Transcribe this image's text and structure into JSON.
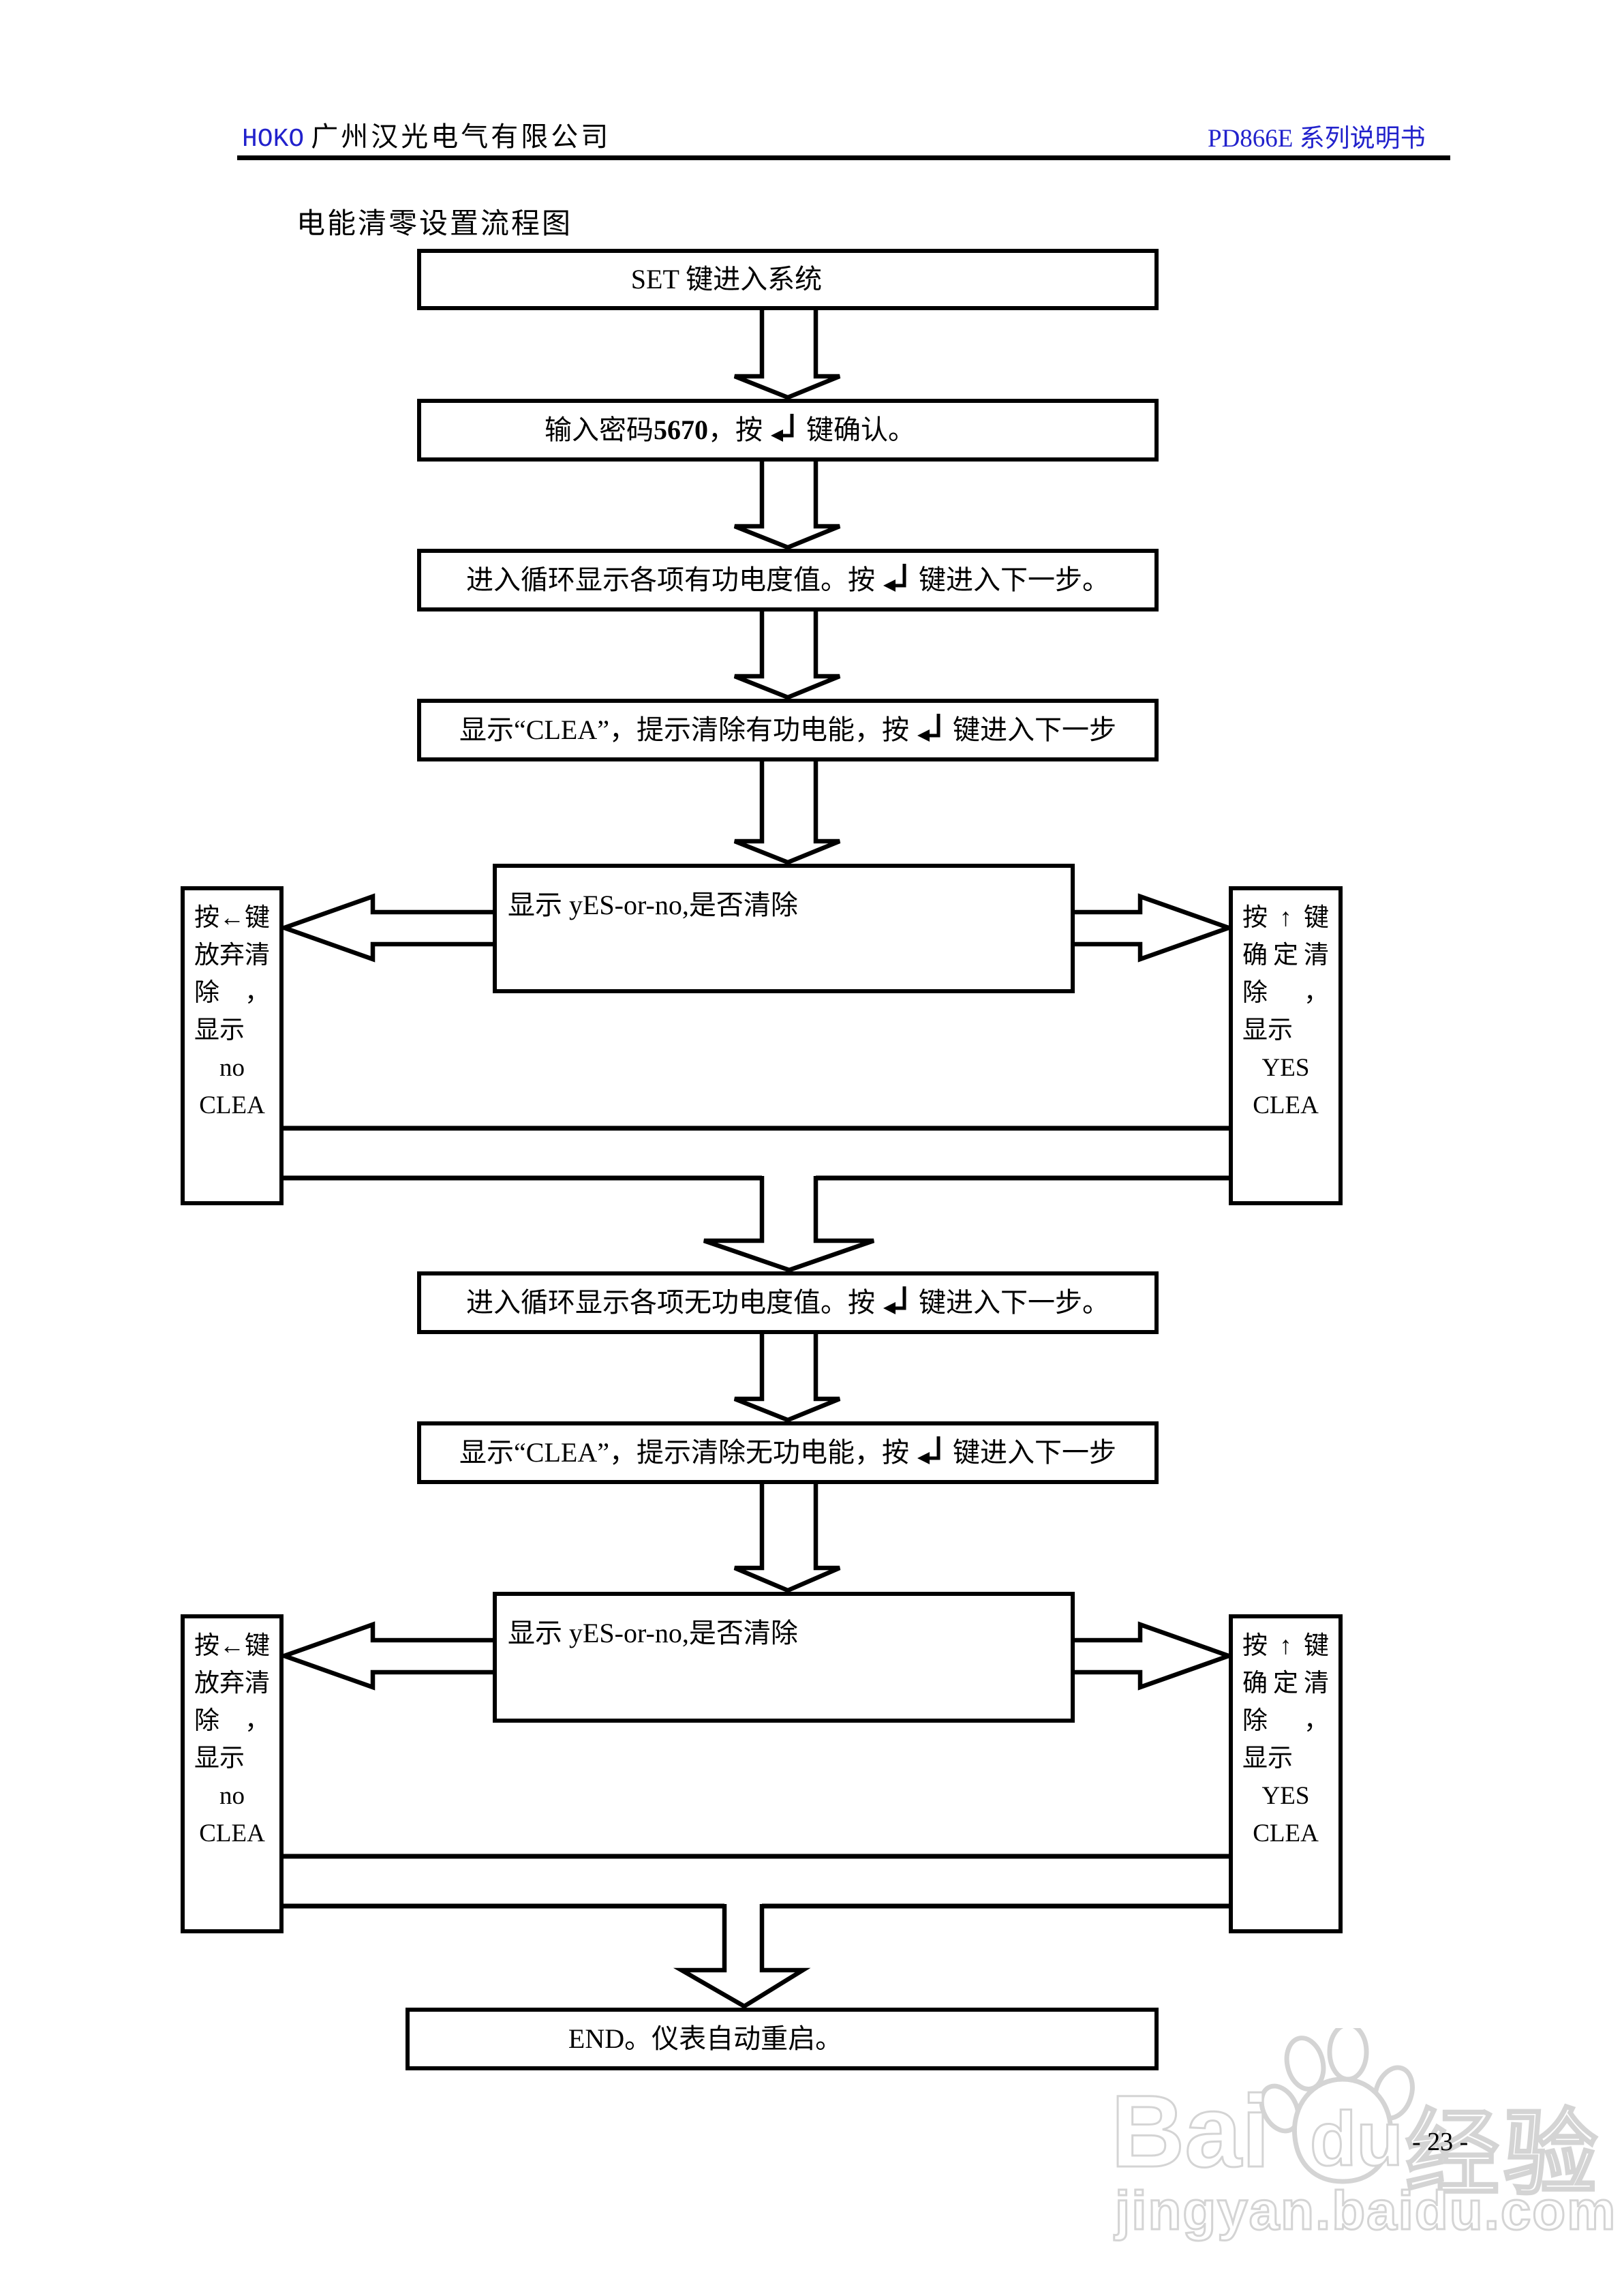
{
  "header": {
    "logo": "HOKO",
    "company": "广州汉光电气有限公司",
    "doc_title": "PD866E 系列说明书"
  },
  "title": "电能清零设置流程图",
  "flow": {
    "box1": "SET 键进入系统",
    "box2": {
      "pre": "输入密码 ",
      "code": "5670",
      "mid": "，按",
      "post": "键确认。"
    },
    "box3": {
      "pre": "进入循环显示各项有功电度值。按",
      "post": "键进入下一步。"
    },
    "box4": {
      "pre": "显示“CLEA”，提示清除有功电能，按",
      "post": "键进入下一步"
    },
    "decision": "显示 yES-or-no,是否清除",
    "abandon_box": {
      "l1a": "按",
      "l1b": "←",
      "l1c": "键",
      "l2a": "放",
      "l2b": "弃",
      "l2c": "清",
      "l3a": "除",
      "l3b": "，",
      "l4": "显示",
      "l5": "no",
      "l6": "CLEA"
    },
    "confirm_box": {
      "l1a": "按",
      "l1b": "↑",
      "l1c": "键",
      "l2a": "确",
      "l2b": "定",
      "l2c": "清",
      "l3a": "除",
      "l3b": "，",
      "l4": "显示",
      "l5": "YES",
      "l6": "CLEA"
    },
    "box5": {
      "pre": "进入循环显示各项无功电度值。按",
      "post": "键进入下一步。"
    },
    "box6": {
      "pre": "显示“CLEA”，提示清除无功电能，按",
      "post": "键进入下一步"
    },
    "end_box": "END。仪表自动重启。"
  },
  "watermark": {
    "bai": "Bai",
    "du": "du",
    "cn": "经验",
    "url": "jingyan.baidu.com"
  },
  "page": {
    "page_number": "- 23 -"
  },
  "colors": {
    "link_blue": "#2222cc",
    "watermark_gray": "#d4d4d4"
  }
}
